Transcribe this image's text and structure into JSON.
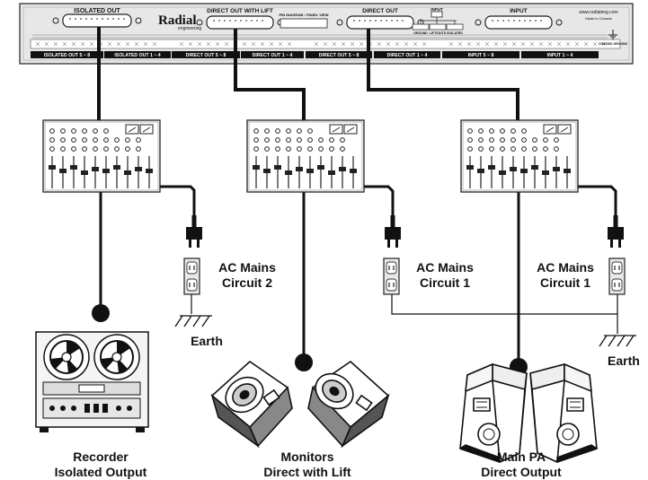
{
  "rack_panel": {
    "isolated_out": "ISOLATED OUT",
    "brand": "Radial",
    "brand_sub": "engineering",
    "direct_out_with_lift": "DIRECT OUT WITH LIFT",
    "pin_diagram": "PIN DIAGRAM • PANEL VIEW",
    "direct_out": "DIRECT OUT",
    "switch_input": "INPUT",
    "switch_labels": [
      "GROUND",
      "LIFT/OUTS",
      "ISOLATED"
    ],
    "input": "INPUT",
    "website": "www.radialeng.com",
    "made_in": "Made in Canada",
    "chassis_ground": "CHASSIS GROUND",
    "section_bars": [
      "ISOLATED OUT 5 ~ 8",
      "ISOLATED OUT 1 ~ 4",
      "DIRECT OUT 5 ~ 8",
      "DIRECT OUT 1 ~ 4",
      "DIRECT OUT 5 ~ 8",
      "DIRECT OUT 1 ~ 4",
      "INPUT 5 ~ 8",
      "INPUT 1 ~ 4"
    ]
  },
  "labels": {
    "ac_circuit_2": [
      "AC Mains",
      "Circuit 2"
    ],
    "ac_circuit_1a": [
      "AC Mains",
      "Circuit 1"
    ],
    "ac_circuit_1b": [
      "AC Mains",
      "Circuit 1"
    ],
    "earth_left": "Earth",
    "earth_right": "Earth",
    "recorder": [
      "Recorder",
      "Isolated Output"
    ],
    "monitors": [
      "Monitors",
      "Direct with Lift"
    ],
    "main_pa": [
      "Main PA",
      "Direct Output"
    ]
  },
  "icons": [
    "rack-panel",
    "mixer-icon",
    "power-plug-icon",
    "wall-outlet-icon",
    "ground-symbol-icon",
    "reel-to-reel-recorder-icon",
    "stage-monitor-icon",
    "pa-speaker-icon"
  ]
}
